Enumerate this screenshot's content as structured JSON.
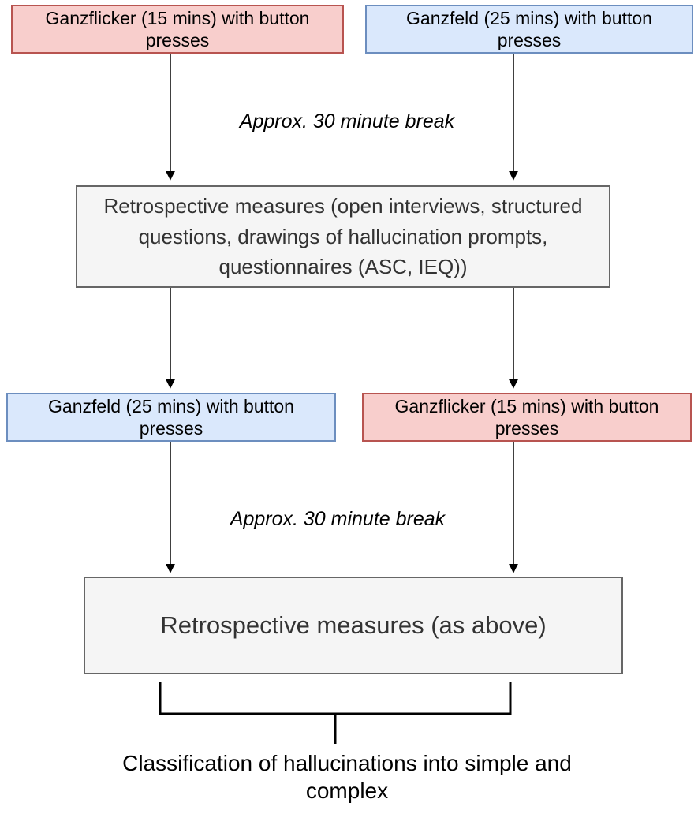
{
  "figure": {
    "type": "flowchart",
    "description": "Study procedure flowchart with two counterbalanced condition orders",
    "boxes": {
      "top_left": "Ganzflicker (15 mins) with button presses",
      "top_right": "Ganzfeld (25 mins) with button presses",
      "measures_1": "Retrospective measures (open interviews, structured questions, drawings of hallucination prompts, questionnaires (ASC, IEQ))",
      "mid_left": "Ganzfeld (25 mins) with button presses",
      "mid_right": "Ganzflicker (15 mins) with button presses",
      "measures_2": "Retrospective measures (as above)"
    },
    "labels": {
      "break_1": "Approx. 30 minute break",
      "break_2": "Approx. 30 minute break",
      "outcome": "Classification of hallucinations into simple and complex"
    },
    "colors": {
      "pink_fill": "#f8cecc",
      "pink_border": "#b85450",
      "blue_fill": "#dae8fc",
      "blue_border": "#6c8ebf",
      "gray_fill": "#f5f5f5",
      "gray_border": "#666666",
      "line": "#000000",
      "gray_text": "#333333"
    }
  }
}
